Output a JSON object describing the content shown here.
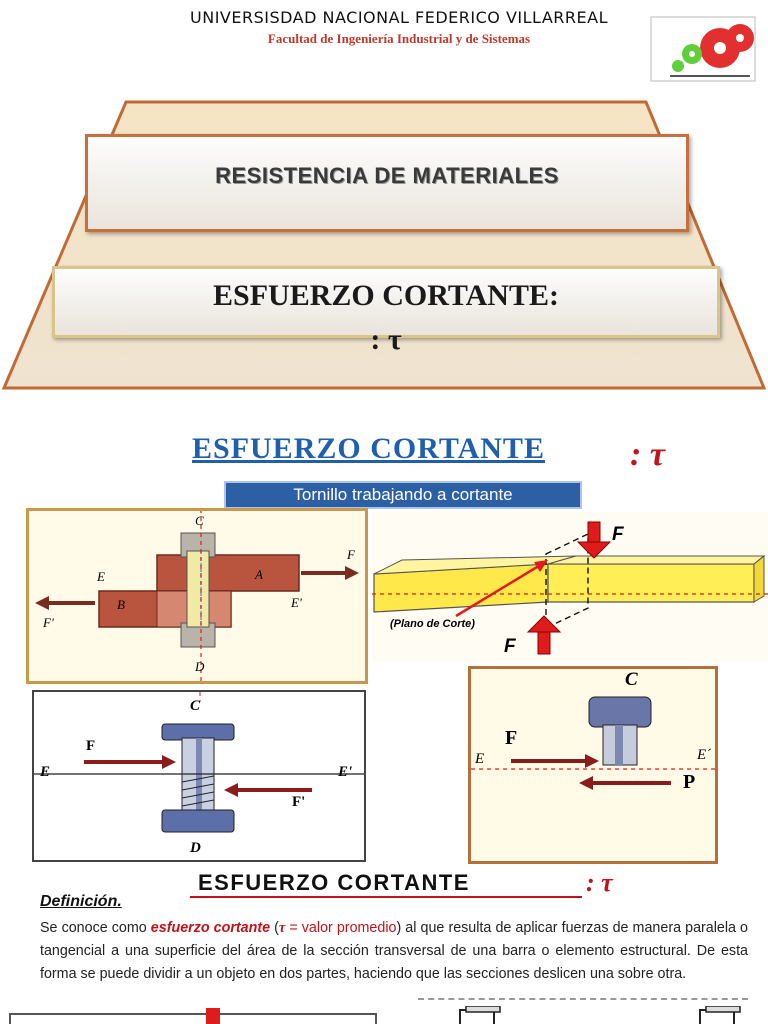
{
  "header": {
    "university": "UNIVERSISDAD NACIONAL FEDERICO VILLARREAL",
    "faculty": "Facultad de Ingeniería Industrial y de Sistemas",
    "logo_icon": "gears-icon"
  },
  "cover": {
    "title1": "RESISTENCIA DE MATERIALES",
    "title2_text": "ESFUERZO CORTANTE: ",
    "title2_tau": ": τ"
  },
  "section1": {
    "heading": "ESFUERZO  CORTANTE",
    "tau": ": τ",
    "subtitle": "Tornillo trabajando a cortante"
  },
  "fig1": {
    "C": "C",
    "D": "D",
    "E": "E",
    "E2": "E'",
    "A": "A",
    "B": "B",
    "F": "F",
    "F2": "F'"
  },
  "fig2": {
    "F_top": "F",
    "F_bottom": "F",
    "plane": "(Plano de Corte)"
  },
  "fig3": {
    "C": "C",
    "D": "D",
    "E": "E",
    "E2": "E'",
    "F": "F",
    "F2": "F'"
  },
  "fig4": {
    "C": "C",
    "E": "E",
    "E2": "E´",
    "F": "F",
    "P": "P"
  },
  "section2": {
    "heading": "ESFUERZO CORTANTE",
    "tau": ": τ",
    "definition_title": "Definición.",
    "p1": "Se conoce como ",
    "kw": "esfuerzo cortante",
    "p2": " (",
    "tau_sym": "τ",
    "vp": " = valor promedio",
    "p3": ") al que resulta de aplicar fuerzas de manera paralela o tangencial a una superficie del área de la sección transversal de una barra o elemento estructural. De esta forma se puede dividir a un objeto en dos partes, haciendo que las secciones deslicen una sobre otra."
  },
  "colors": {
    "accent_blue": "#1f5fae",
    "accent_red": "#c0141a",
    "border_brown": "#c8703b"
  }
}
